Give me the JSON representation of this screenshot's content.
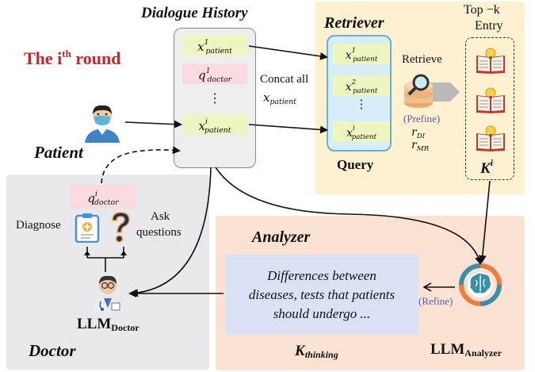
{
  "round": {
    "prefix": "The i",
    "sup": "th",
    "suffix": " round"
  },
  "dialogue_history": {
    "title": "Dialogue History",
    "rows": [
      {
        "base": "x",
        "sup": "1",
        "sub": "patient"
      },
      {
        "base": "q",
        "sup": "1",
        "sub": "doctor"
      },
      {
        "dots": "⋮"
      },
      {
        "base": "x",
        "sup": "i",
        "sub": "patient"
      }
    ]
  },
  "patient": {
    "label": "Patient"
  },
  "concat": {
    "line1": "Concat all",
    "base": "x",
    "sub": "patient"
  },
  "retriever": {
    "title": "Retriever",
    "query_label": "Query",
    "query_rows": [
      {
        "base": "x",
        "sup": "1",
        "sub": "patient"
      },
      {
        "base": "x",
        "sup": "2",
        "sub": "patient"
      },
      {
        "dots": "⋮"
      },
      {
        "base": "x",
        "sup": "i",
        "sub": "patient"
      }
    ],
    "retrieve_label": "Retrieve",
    "prefine_label": "(Prefine)",
    "r_di": {
      "base": "r",
      "sub": "DI"
    },
    "r_mr": {
      "base": "r",
      "sub": "MR"
    },
    "topk_line1": "Top −k",
    "topk_line2": "Entry",
    "k_i": {
      "base": "K",
      "sup": "i"
    }
  },
  "doctor": {
    "title": "Doctor",
    "q_doctor": {
      "base": "q",
      "sup": "i",
      "sub": "doctor"
    },
    "diagnose_label": "Diagnose",
    "ask_line1": "Ask",
    "ask_line2": "questions",
    "llm": {
      "base": "LLM",
      "sub": "Doctor"
    }
  },
  "analyzer": {
    "title": "Analyzer",
    "text_line1": "Differences between",
    "text_line2": "diseases, tests that patients",
    "text_line3": "should undergo ...",
    "refine_label": "(Refine)",
    "k_thinking": {
      "base": "K",
      "sub": "thinking"
    },
    "llm": {
      "base": "LLM",
      "sub": "Analyzer"
    }
  },
  "colors": {
    "retriever_bg": "#fdf1d2",
    "analyzer_bg": "#fbe2d2",
    "doctor_bg": "#e9e8ec",
    "history_bg": "#eeeeee",
    "query_bg": "#d6eefa",
    "yellow_cell": "#eef5c0",
    "pink_cell": "#fadbdf",
    "analyzer_text_box": "#d9e2f5",
    "round_red": "#c1272d",
    "brain_teal": "#3a8fa6",
    "refine_purple": "#5a5aa8"
  }
}
